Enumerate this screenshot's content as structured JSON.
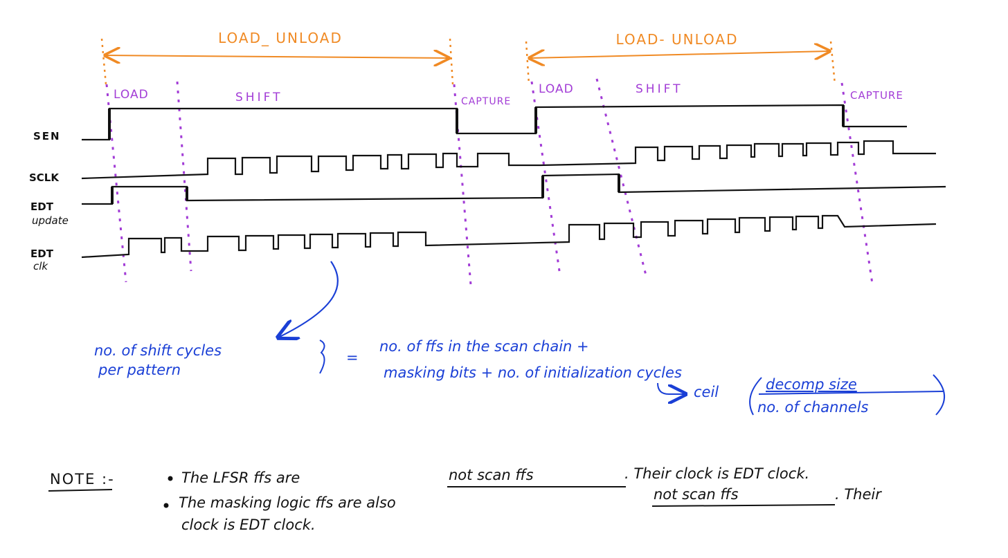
{
  "colors": {
    "waveform": "#111111",
    "phase_marker": "#a23cd6",
    "span_arrow": "#f08a24",
    "annotation": "#1a3fd6",
    "note": "#111111"
  },
  "spans": [
    {
      "label": "LOAD_ UNLOAD"
    },
    {
      "label": "LOAD- UNLOAD"
    }
  ],
  "phases": [
    "LOAD",
    "SHIFT",
    "CAPTURE",
    "LOAD",
    "SHIFT",
    "CAPTURE"
  ],
  "signals": {
    "sen": "SEN",
    "sclk": "SCLK",
    "edt_update": [
      "EDT",
      "update"
    ],
    "edt_clk": [
      "EDT",
      "clk"
    ]
  },
  "formula": {
    "left": [
      "no. of shift cycles",
      "per pattern"
    ],
    "equals": "=",
    "right_line1": "no. of ffs in the scan chain +",
    "right_line2": "masking bits + no. of initialization cycles",
    "ceil_label": "ceil",
    "numerator": "decomp size",
    "denominator": "no. of channels"
  },
  "note": {
    "heading": "NOTE :-",
    "bullet1_prefix": "The LFSR ffs are",
    "bullet1_underlined": "not scan ffs",
    "bullet1_suffix": ". Their clock is EDT clock.",
    "bullet2_prefix": "The masking logic ffs are also",
    "bullet2_underlined": "not scan ffs",
    "bullet2_suffix": ". Their",
    "bullet2_line2": "clock is EDT clock."
  }
}
